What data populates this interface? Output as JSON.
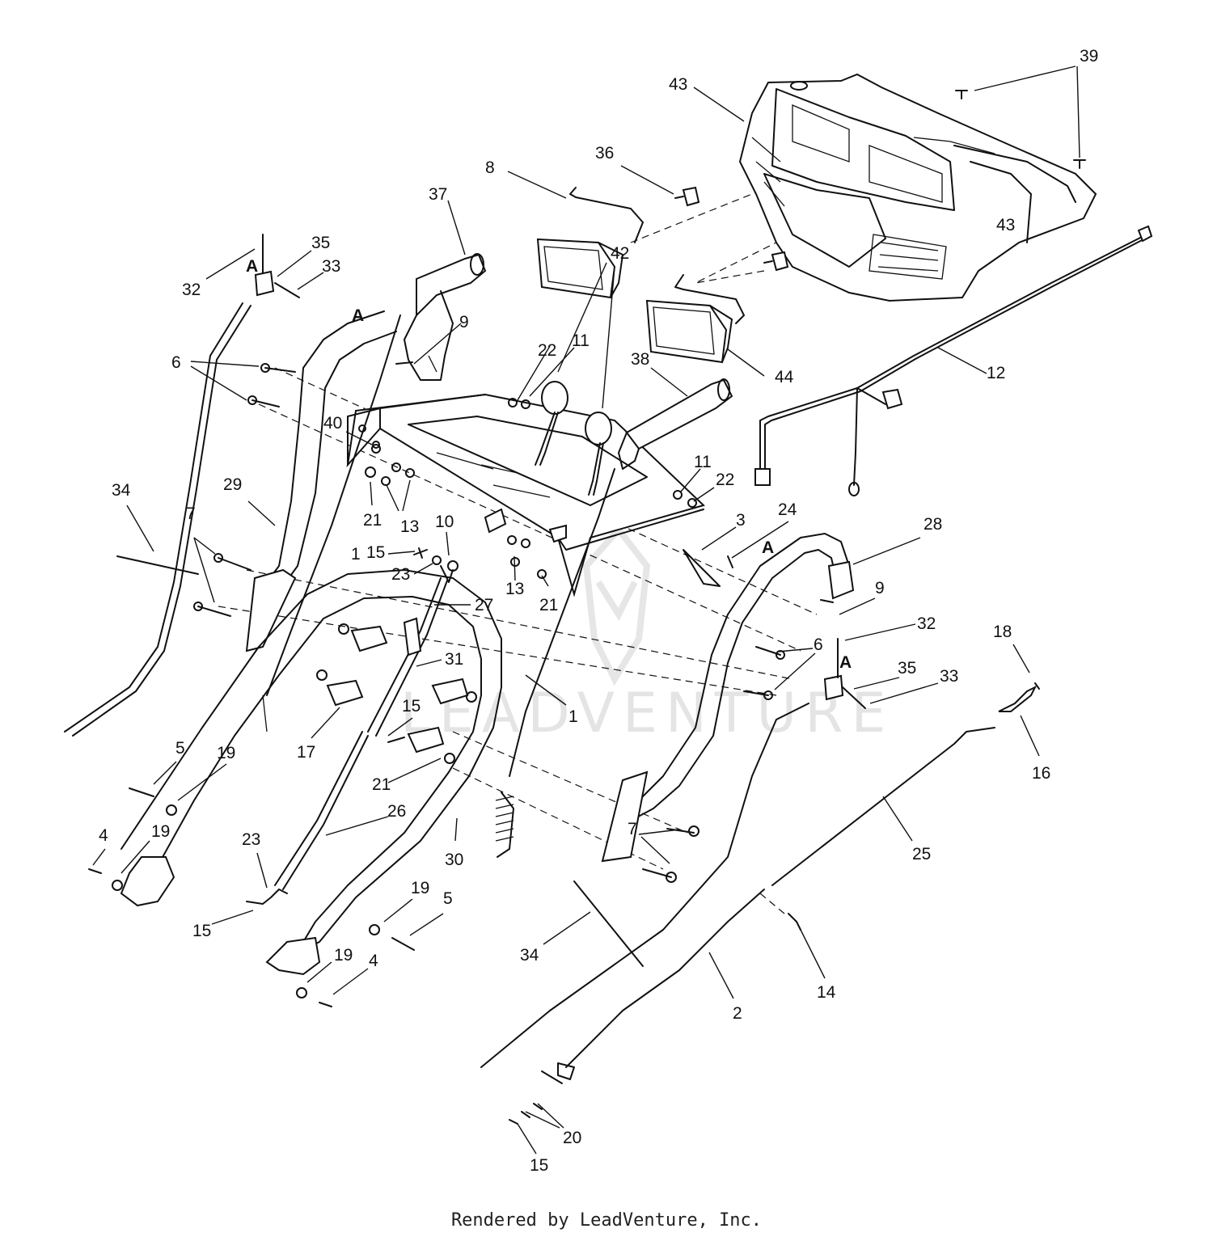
{
  "callouts": [
    {
      "label": "39"
    },
    {
      "label": "43"
    },
    {
      "label": "36"
    },
    {
      "label": "8"
    },
    {
      "label": "37"
    },
    {
      "label": "35"
    },
    {
      "label": "33"
    },
    {
      "label": "32"
    },
    {
      "label": "A"
    },
    {
      "label": "A"
    },
    {
      "label": "9"
    },
    {
      "label": "42"
    },
    {
      "label": "22"
    },
    {
      "label": "11"
    },
    {
      "label": "38"
    },
    {
      "label": "44"
    },
    {
      "label": "12"
    },
    {
      "label": "6"
    },
    {
      "label": "40"
    },
    {
      "label": "11"
    },
    {
      "label": "22"
    },
    {
      "label": "24"
    },
    {
      "label": "3"
    },
    {
      "label": "29"
    },
    {
      "label": "34"
    },
    {
      "label": "7"
    },
    {
      "label": "21"
    },
    {
      "label": "13"
    },
    {
      "label": "10"
    },
    {
      "label": "15"
    },
    {
      "label": "1"
    },
    {
      "label": "23"
    },
    {
      "label": "27"
    },
    {
      "label": "13"
    },
    {
      "label": "21"
    },
    {
      "label": "28"
    },
    {
      "label": "A"
    },
    {
      "label": "9"
    },
    {
      "label": "32"
    },
    {
      "label": "18"
    },
    {
      "label": "6"
    },
    {
      "label": "A"
    },
    {
      "label": "35"
    },
    {
      "label": "33"
    },
    {
      "label": "31"
    },
    {
      "label": "15"
    },
    {
      "label": "17"
    },
    {
      "label": "1"
    },
    {
      "label": "16"
    },
    {
      "label": "5"
    },
    {
      "label": "19"
    },
    {
      "label": "21"
    },
    {
      "label": "26"
    },
    {
      "label": "19"
    },
    {
      "label": "4"
    },
    {
      "label": "23"
    },
    {
      "label": "30"
    },
    {
      "label": "7"
    },
    {
      "label": "25"
    },
    {
      "label": "15"
    },
    {
      "label": "19"
    },
    {
      "label": "5"
    },
    {
      "label": "34"
    },
    {
      "label": "19"
    },
    {
      "label": "4"
    },
    {
      "label": "14"
    },
    {
      "label": "2"
    },
    {
      "label": "20"
    },
    {
      "label": "15"
    },
    {
      "label": "43"
    }
  ],
  "watermark": "LEADVENTURE",
  "footer": "Rendered by LeadVenture, Inc."
}
